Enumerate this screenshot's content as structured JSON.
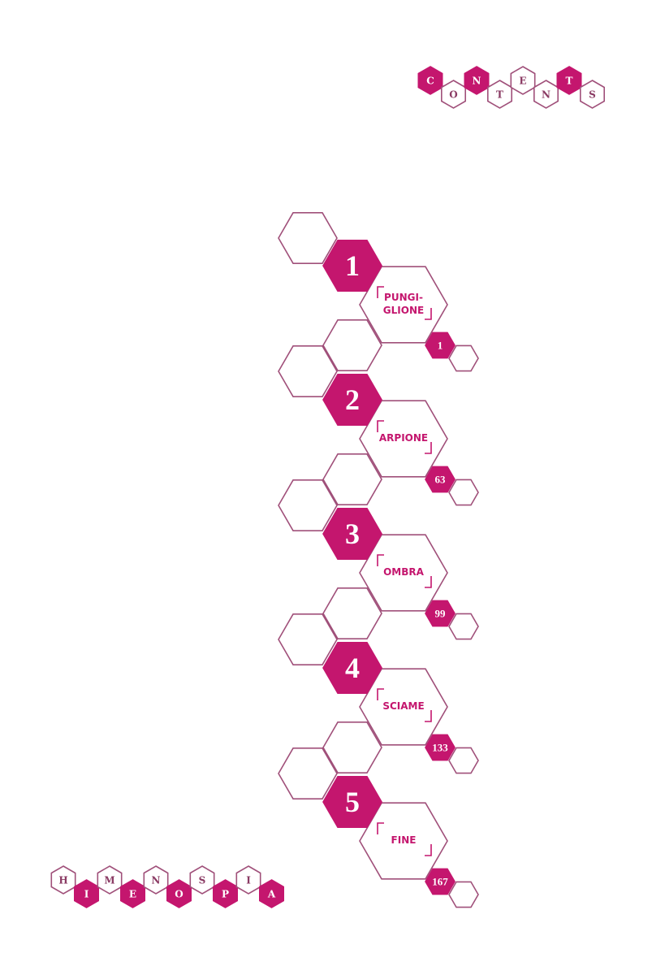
{
  "header": {
    "letters": [
      "C",
      "O",
      "N",
      "T",
      "E",
      "N",
      "T",
      "S"
    ],
    "filled": [
      true,
      false,
      true,
      false,
      false,
      false,
      true,
      false
    ]
  },
  "footer": {
    "letters": [
      "H",
      "I",
      "M",
      "E",
      "N",
      "O",
      "S",
      "P",
      "I",
      "A"
    ],
    "filled": [
      false,
      true,
      false,
      true,
      false,
      true,
      false,
      true,
      false,
      true
    ]
  },
  "chapters": [
    {
      "number": "1",
      "title_lines": [
        "PUNGI-",
        "GLIONE"
      ],
      "page": "1"
    },
    {
      "number": "2",
      "title_lines": [
        "ARPIONE"
      ],
      "page": "63"
    },
    {
      "number": "3",
      "title_lines": [
        "OMBRA"
      ],
      "page": "99"
    },
    {
      "number": "4",
      "title_lines": [
        "SCIAME"
      ],
      "page": "133"
    },
    {
      "number": "5",
      "title_lines": [
        "FINE"
      ],
      "page": "167"
    }
  ],
  "colors": {
    "accent": "#c4166e",
    "outline": "#a0507a"
  }
}
